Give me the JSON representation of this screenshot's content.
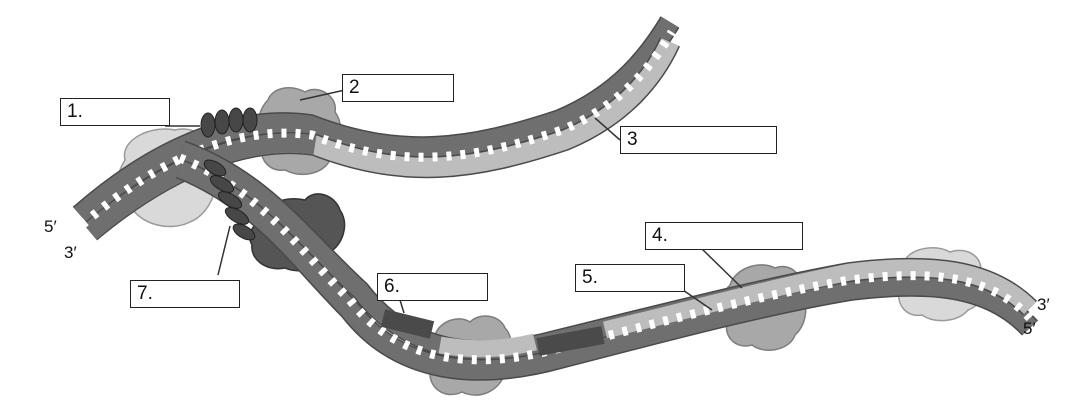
{
  "labels": {
    "l1": "1.",
    "l2": "2",
    "l3": "3",
    "l4": "4.",
    "l5": "5.",
    "l6": "6.",
    "l7": "7."
  },
  "ends": {
    "left_top": "5′",
    "left_bottom": "3′",
    "right_top": "3′",
    "right_bottom": "5′"
  },
  "colors": {
    "strand_dark": "#6f6f6f",
    "strand_light": "#bdbdbd",
    "primer": "#4a4a4a",
    "enzyme_light": "#d9d9d9",
    "enzyme_mid": "#a8a8a8",
    "enzyme_dark": "#555555",
    "ssb": "#474747"
  }
}
